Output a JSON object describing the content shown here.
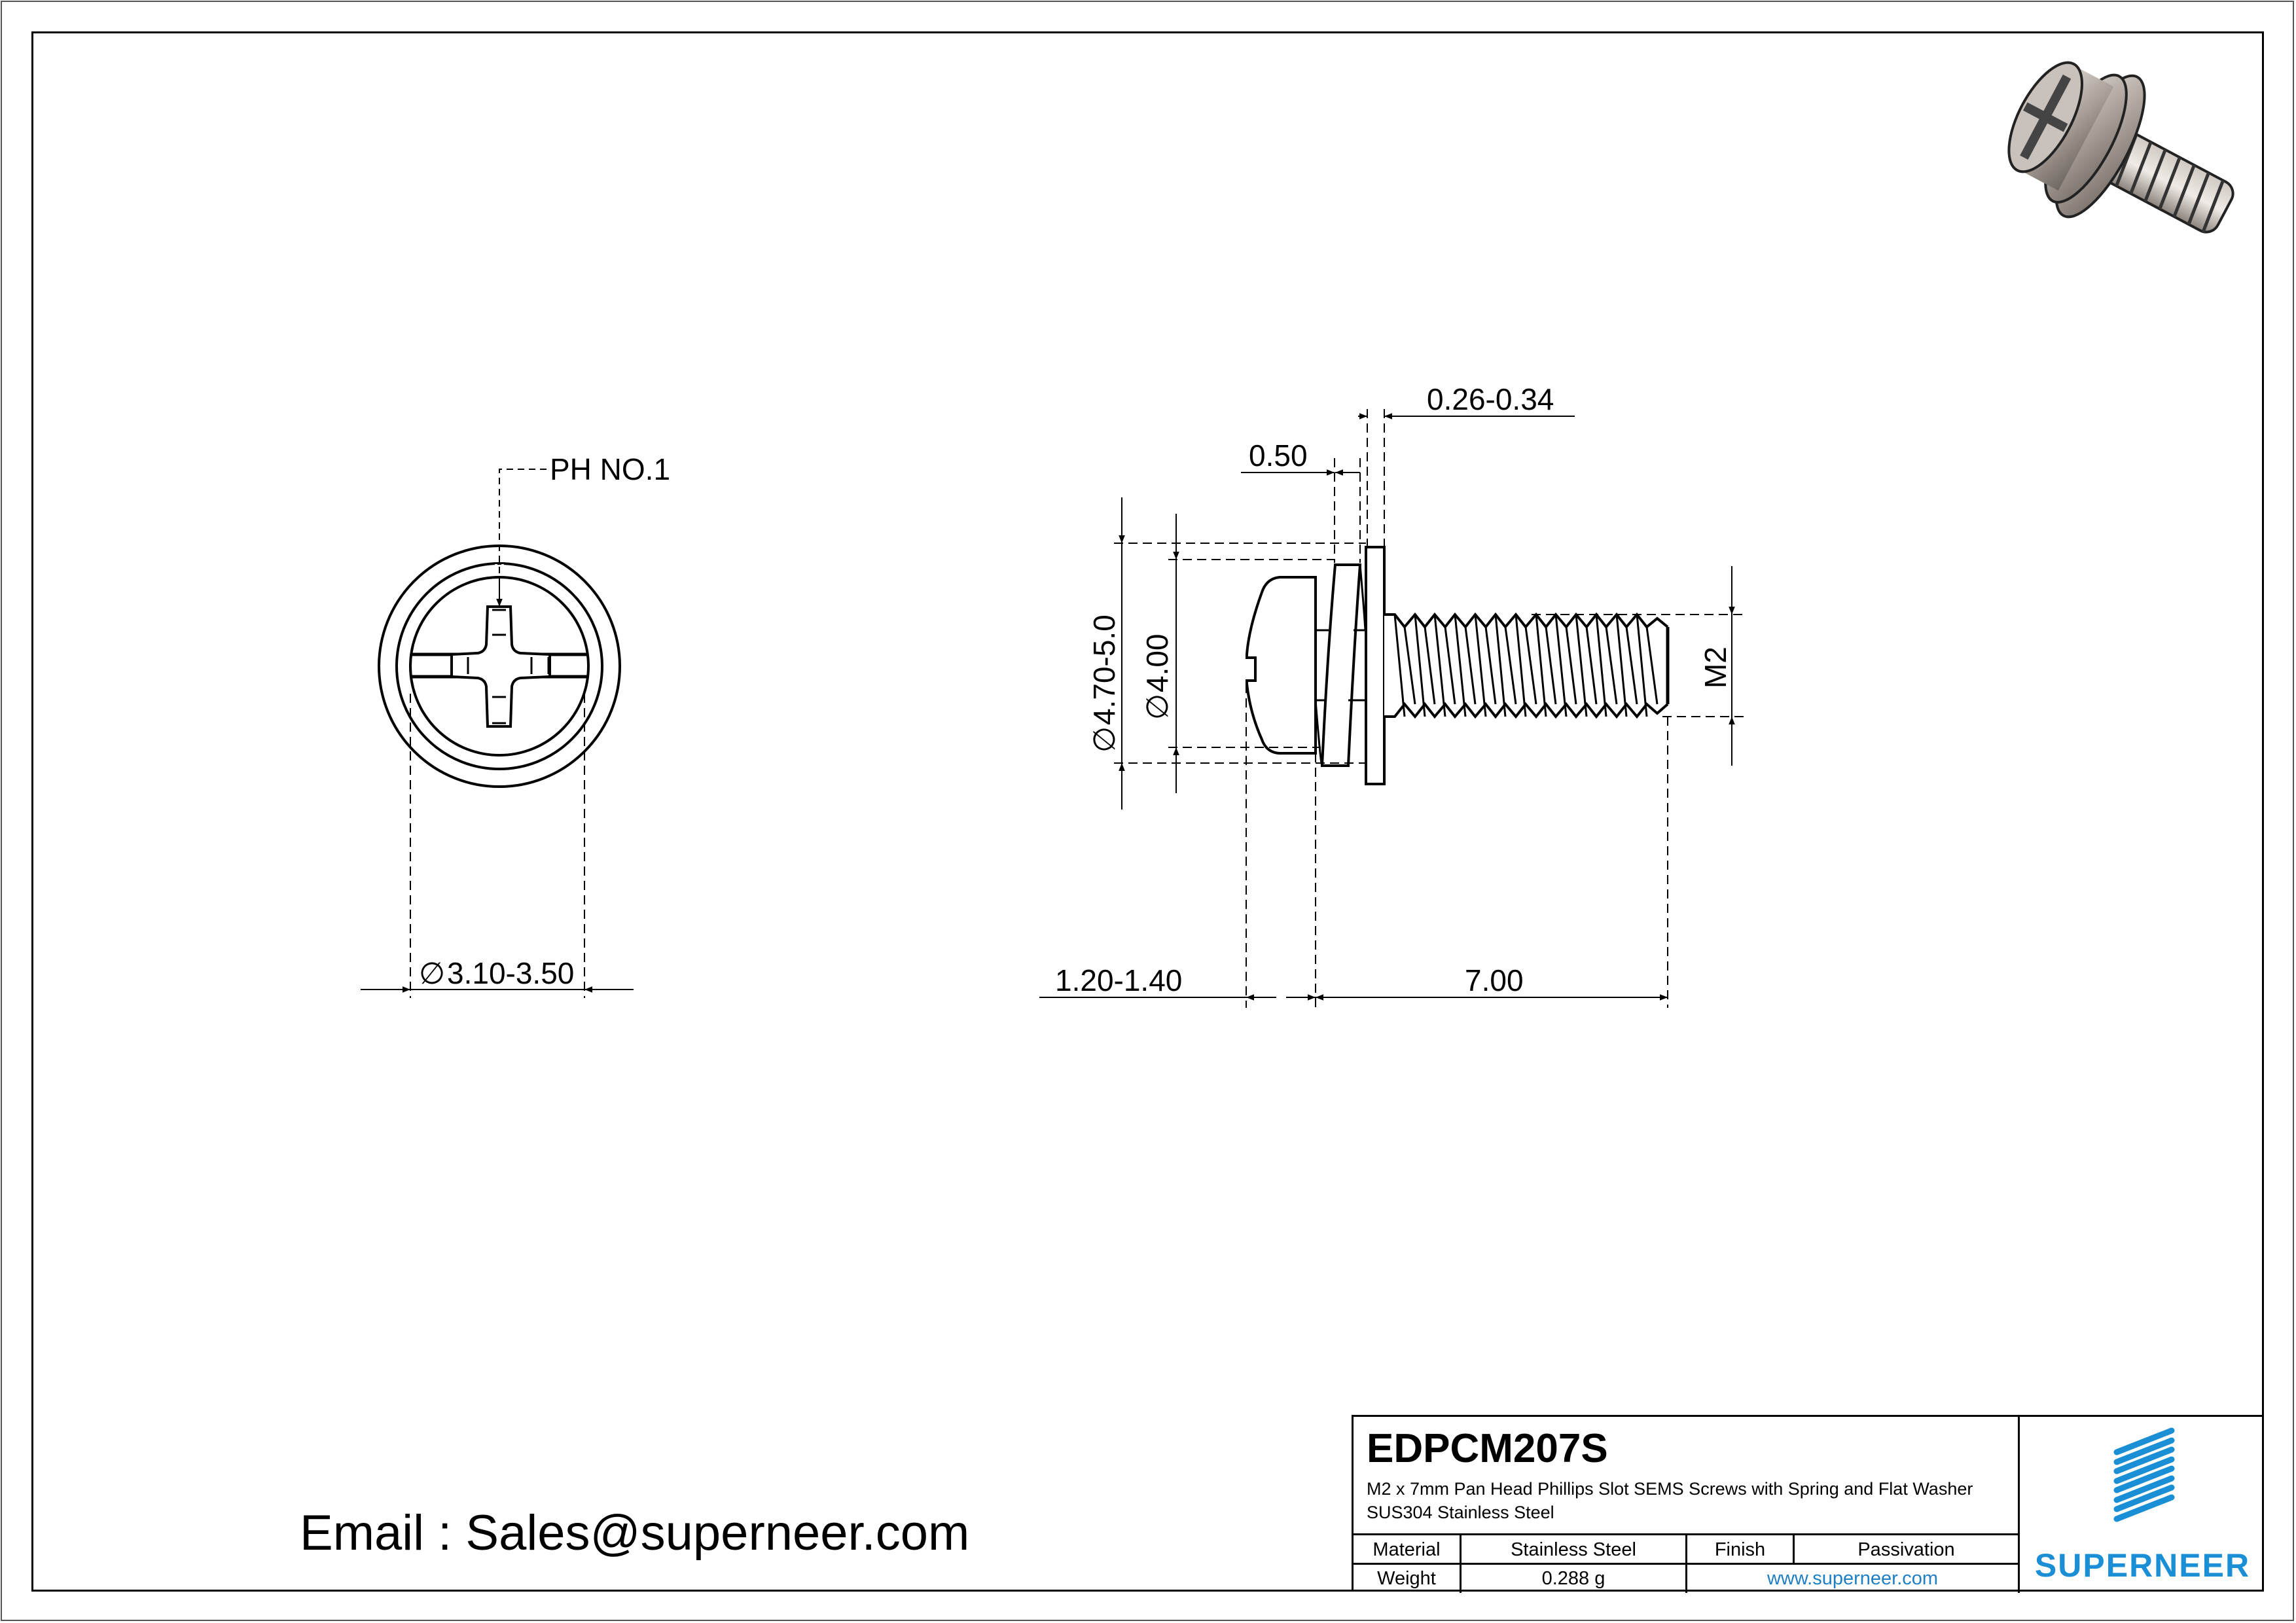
{
  "drawing": {
    "head_view": {
      "callout": "PH NO.1",
      "diameter_symbol": "∅",
      "dimension": "3.10-3.50"
    },
    "side_view": {
      "washer_thickness": "0.26-0.34",
      "spring_washer_thickness": "0.50",
      "outer_diameter_symbol": "∅",
      "outer_diameter": "4.70-5.0",
      "head_diameter_symbol": "∅",
      "head_diameter": "4.00",
      "thread_size": "M2",
      "head_height": "1.20-1.40",
      "length": "7.00"
    },
    "render_3d": {
      "icon": "screw-3d-render-icon"
    }
  },
  "contact": {
    "email_line": "Email : Sales@superneer.com"
  },
  "title_block": {
    "part_code": "EDPCM207S",
    "description": "M2 x 7mm Pan Head Phillips Slot SEMS Screws with Spring and Flat Washer SUS304 Stainless Steel",
    "rows": [
      {
        "label": "Material",
        "value": "Stainless Steel",
        "label2": "Finish",
        "value2": "Passivation"
      },
      {
        "label": "Weight",
        "value": "0.288 g",
        "website": "www.superneer.com"
      }
    ],
    "logo": {
      "wordmark": "SUPERNEER",
      "color": "#1a8fd6"
    }
  },
  "colors": {
    "line": "#000000",
    "brand_blue": "#1a8fd6",
    "link_blue": "#1f7fc4"
  }
}
